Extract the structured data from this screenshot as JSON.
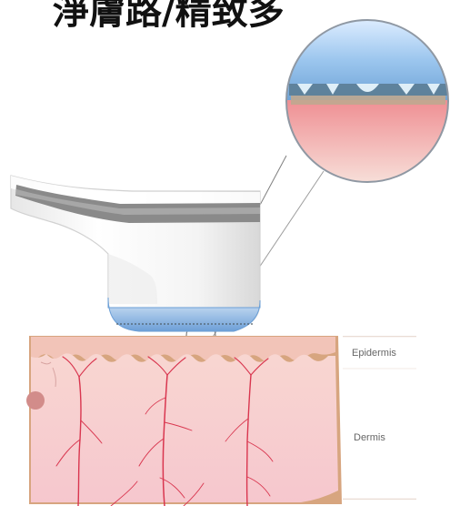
{
  "title": "淨膚路/精致多",
  "layers": {
    "epidermis": "Epidermis",
    "dermis": "Dermis"
  },
  "colors": {
    "skin_dermis": "#f7c8cf",
    "skin_epidermis": "#f2c4b8",
    "skin_base": "#d7a57f",
    "vessel": "#d9364f",
    "device_body": "#f2f2f2",
    "device_stripe": "#8b8b8b",
    "device_tip": "#7aa8dd",
    "magnifier_blue": "#8fbde8",
    "magnifier_pink": "#e9a1a5"
  }
}
